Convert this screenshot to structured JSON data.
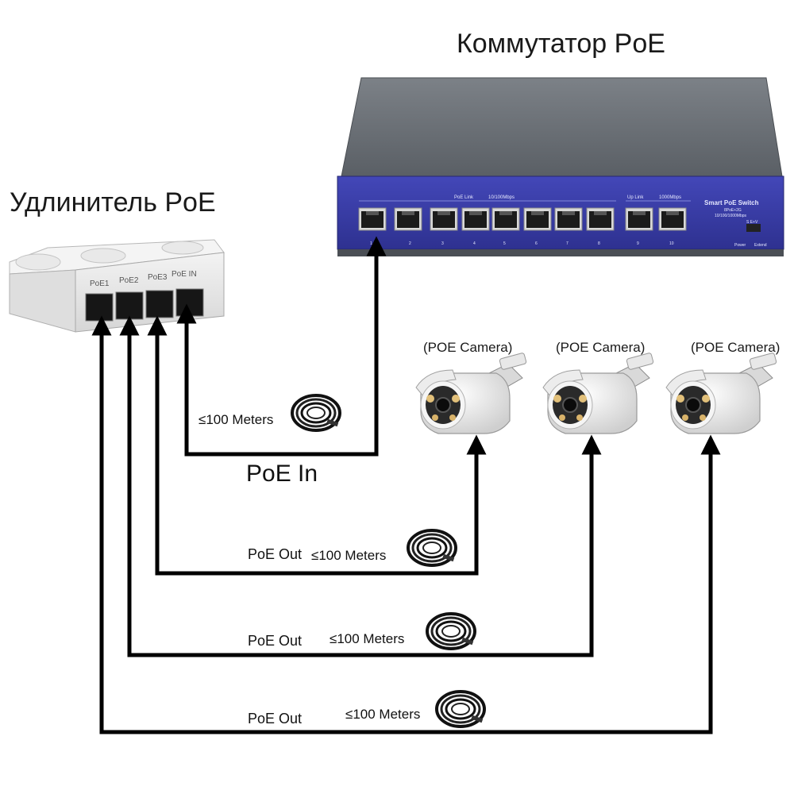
{
  "switch": {
    "title": "Коммутатор PoE",
    "brand_label": "Smart PoE Switch",
    "brand_sub1": "8PoE+2G",
    "brand_sub2": "10/100/1000Mbps",
    "poe_link_label": "PoE Link",
    "poe_speed_label": "10/100Mbps",
    "uplink_label": "Up Link",
    "uplink_speed_label": "1000Mbps",
    "port_numbers": [
      "1",
      "2",
      "3",
      "4",
      "5",
      "6",
      "7",
      "8",
      "9",
      "10"
    ],
    "power_label": "Power",
    "extend_label": "Extend",
    "switch_marks": "S   E+V"
  },
  "extender": {
    "title": "Удлинитель PoE",
    "ports": [
      "PoE1",
      "PoE2",
      "PoE3",
      "PoE IN"
    ]
  },
  "cameras": [
    {
      "label": "(POE Camera)"
    },
    {
      "label": "(POE Camera)"
    },
    {
      "label": "(POE Camera)"
    }
  ],
  "links": {
    "poe_in_label": "PoE In",
    "in_length": "≤100 Meters",
    "out_label_1": "PoE Out",
    "out_length_1": "≤100 Meters",
    "out_label_2": "PoE Out",
    "out_length_2": "≤100 Meters",
    "out_label_3": "PoE Out",
    "out_length_3": "≤100 Meters"
  },
  "colors": {
    "switch_body": "#5c6166",
    "switch_front": "#3a3ea8",
    "extender_body": "#e6e6e6",
    "camera_body": "#f2f2f2",
    "wire": "#000000"
  }
}
